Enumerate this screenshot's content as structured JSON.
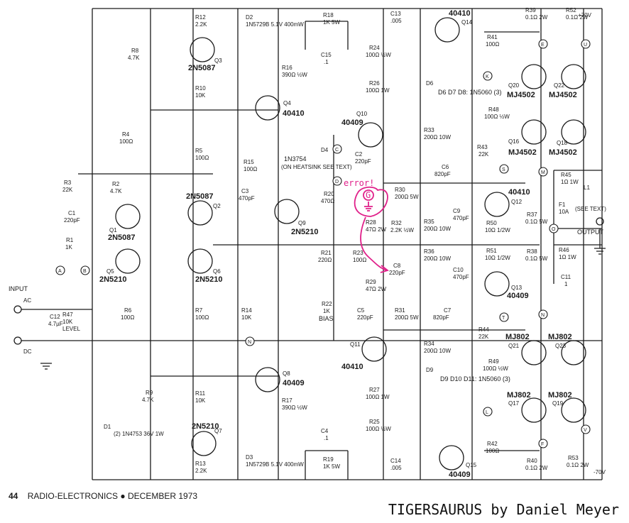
{
  "labels": {
    "input": "INPUT",
    "ac": "AC",
    "dc": "DC",
    "output": "OUTPUT",
    "plus70": "+70V",
    "minus70": "-70V",
    "level": "LEVEL",
    "bias": "BIAS",
    "see_text": "(SEE TEXT)",
    "heatsink": "(ON HEATSINK SEE TEXT)",
    "error": "error!",
    "g_node": "G"
  },
  "nodes": [
    "A",
    "B",
    "C",
    "D",
    "E",
    "F",
    "K",
    "L",
    "M",
    "N",
    "O",
    "S",
    "T",
    "U",
    "V"
  ],
  "transistors": [
    {
      "ref": "Q1",
      "part": "2N5087"
    },
    {
      "ref": "Q2",
      "part": "2N5087"
    },
    {
      "ref": "Q3",
      "part": "2N5087"
    },
    {
      "ref": "Q4",
      "part": "40410"
    },
    {
      "ref": "Q5",
      "part": "2N5210"
    },
    {
      "ref": "Q6",
      "part": "2N5210"
    },
    {
      "ref": "Q7",
      "part": "2N5210"
    },
    {
      "ref": "Q8",
      "part": "40409"
    },
    {
      "ref": "Q9",
      "part": "2N5210"
    },
    {
      "ref": "Q10",
      "part": "40409"
    },
    {
      "ref": "Q11",
      "part": "40410"
    },
    {
      "ref": "Q12",
      "part": "40410"
    },
    {
      "ref": "Q13",
      "part": "40409"
    },
    {
      "ref": "Q14",
      "part": "40410"
    },
    {
      "ref": "Q15",
      "part": "40409"
    },
    {
      "ref": "Q16",
      "part": "MJ4502"
    },
    {
      "ref": "Q17",
      "part": "MJ802"
    },
    {
      "ref": "Q18",
      "part": "MJ4502"
    },
    {
      "ref": "Q19",
      "part": "MJ802"
    },
    {
      "ref": "Q20",
      "part": "MJ4502"
    },
    {
      "ref": "Q21",
      "part": "MJ802"
    },
    {
      "ref": "Q22",
      "part": "MJ4502"
    },
    {
      "ref": "Q23",
      "part": "MJ802"
    }
  ],
  "resistors": [
    {
      "ref": "R1",
      "value": "1K"
    },
    {
      "ref": "R2",
      "value": "4.7K"
    },
    {
      "ref": "R3",
      "value": "22K"
    },
    {
      "ref": "R4",
      "value": "100Ω"
    },
    {
      "ref": "R5",
      "value": "100Ω"
    },
    {
      "ref": "R6",
      "value": "100Ω"
    },
    {
      "ref": "R7",
      "value": "100Ω"
    },
    {
      "ref": "R8",
      "value": "4.7K"
    },
    {
      "ref": "R9",
      "value": "4.7K"
    },
    {
      "ref": "R10",
      "value": "10K"
    },
    {
      "ref": "R11",
      "value": "10K"
    },
    {
      "ref": "R12",
      "value": "2.2K"
    },
    {
      "ref": "R13",
      "value": "2.2K"
    },
    {
      "ref": "R14",
      "value": "10K"
    },
    {
      "ref": "R15",
      "value": "100Ω"
    },
    {
      "ref": "R16",
      "value": "390Ω ½W"
    },
    {
      "ref": "R17",
      "value": "390Ω ½W"
    },
    {
      "ref": "R18",
      "value": "1K 5W"
    },
    {
      "ref": "R19",
      "value": "1K 5W"
    },
    {
      "ref": "R20",
      "value": "470Ω"
    },
    {
      "ref": "R21",
      "value": "220Ω"
    },
    {
      "ref": "R22",
      "value": "1K"
    },
    {
      "ref": "R23",
      "value": "100Ω"
    },
    {
      "ref": "R24",
      "value": "100Ω ½W"
    },
    {
      "ref": "R25",
      "value": "100Ω ½W"
    },
    {
      "ref": "R26",
      "value": "100Ω 1W"
    },
    {
      "ref": "R27",
      "value": "100Ω 1W"
    },
    {
      "ref": "R28",
      "value": "47Ω 2W"
    },
    {
      "ref": "R29",
      "value": "47Ω 2W"
    },
    {
      "ref": "R30",
      "value": "200Ω 5W"
    },
    {
      "ref": "R31",
      "value": "200Ω 5W"
    },
    {
      "ref": "R32",
      "value": "2.2K ½W"
    },
    {
      "ref": "R33",
      "value": "200Ω 10W"
    },
    {
      "ref": "R34",
      "value": "200Ω 10W"
    },
    {
      "ref": "R35",
      "value": "200Ω 10W"
    },
    {
      "ref": "R36",
      "value": "200Ω 10W"
    },
    {
      "ref": "R37",
      "value": "0.1Ω 5W"
    },
    {
      "ref": "R38",
      "value": "0.1Ω 5W"
    },
    {
      "ref": "R39",
      "value": "0.1Ω 2W"
    },
    {
      "ref": "R40",
      "value": "0.1Ω 2W"
    },
    {
      "ref": "R41",
      "value": "100Ω"
    },
    {
      "ref": "R42",
      "value": "100Ω"
    },
    {
      "ref": "R43",
      "value": "22K"
    },
    {
      "ref": "R44",
      "value": "22K"
    },
    {
      "ref": "R45",
      "value": "1Ω 1W"
    },
    {
      "ref": "R46",
      "value": "1Ω 1W"
    },
    {
      "ref": "R47",
      "value": "10K"
    },
    {
      "ref": "R48",
      "value": "100Ω ½W"
    },
    {
      "ref": "R49",
      "value": "100Ω ½W"
    },
    {
      "ref": "R50",
      "value": "10Ω 1/2W"
    },
    {
      "ref": "R51",
      "value": "10Ω 1/2W"
    },
    {
      "ref": "R52",
      "value": "0.1Ω 2W"
    },
    {
      "ref": "R53",
      "value": "0.1Ω 2W"
    }
  ],
  "capacitors": [
    {
      "ref": "C1",
      "value": "220pF"
    },
    {
      "ref": "C2",
      "value": "220pF"
    },
    {
      "ref": "C3",
      "value": "470pF"
    },
    {
      "ref": "C4",
      "value": ".1"
    },
    {
      "ref": "C5",
      "value": "220pF"
    },
    {
      "ref": "C6",
      "value": "820pF"
    },
    {
      "ref": "C7",
      "value": "820pF"
    },
    {
      "ref": "C8",
      "value": "220pF"
    },
    {
      "ref": "C9",
      "value": "470pF"
    },
    {
      "ref": "C10",
      "value": "470pF"
    },
    {
      "ref": "C11",
      "value": "1"
    },
    {
      "ref": "C12",
      "value": "4.7µF"
    },
    {
      "ref": "C13",
      "value": ".005"
    },
    {
      "ref": "C14",
      "value": ".005"
    },
    {
      "ref": "C15",
      "value": ".1"
    }
  ],
  "diodes": [
    {
      "ref": "D1",
      "part": "(2) 1N4753 36V 1W"
    },
    {
      "ref": "D2",
      "part": "1N5729B 5.1V 400mW"
    },
    {
      "ref": "D3",
      "part": "1N5729B 5.1V 400mW"
    },
    {
      "ref": "D4",
      "part": "1N3754"
    },
    {
      "ref": "D6",
      "part": "D6 D7 D8: 1N5060 (3)"
    },
    {
      "ref": "D9",
      "part": "D9 D10 D11: 1N5060 (3)"
    }
  ],
  "misc": [
    {
      "ref": "F1",
      "value": "10A"
    },
    {
      "ref": "L1",
      "value": "(SEE TEXT)"
    }
  ],
  "footer": {
    "page": "44",
    "magazine": "RADIO-ELECTRONICS",
    "bullet": "●",
    "date": "DECEMBER 1973"
  },
  "credit": "TIGERSAURUS by Daniel Meyer"
}
